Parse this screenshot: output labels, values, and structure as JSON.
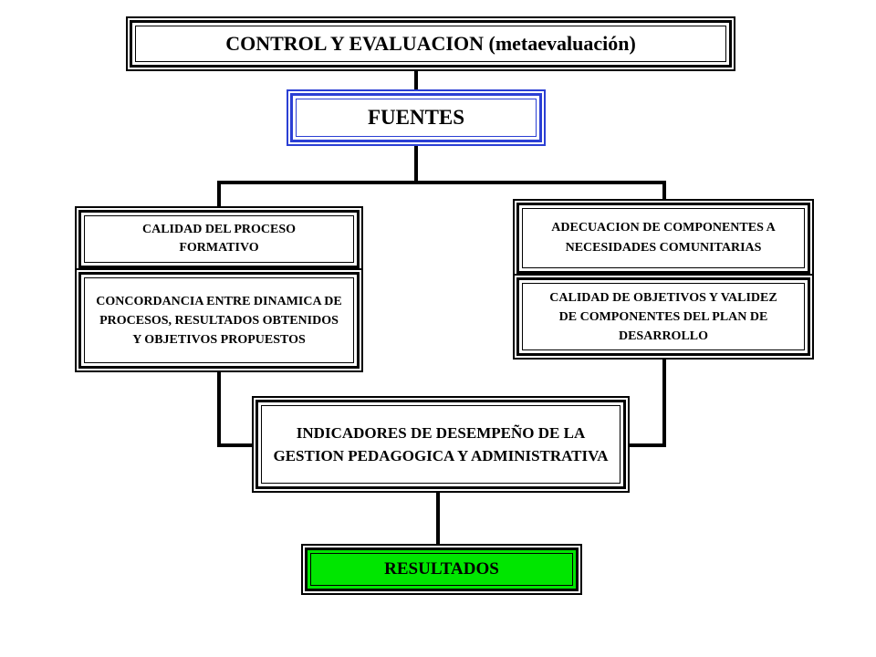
{
  "title": "CONTROL Y EVALUACION (metaevaluación)",
  "fuentes": "FUENTES",
  "left_top": "CALIDAD DEL PROCESO FORMATIVO",
  "left_bottom": "CONCORDANCIA ENTRE DINAMICA DE PROCESOS, RESULTADOS OBTENIDOS Y OBJETIVOS PROPUESTOS",
  "right_top": "ADECUACION DE COMPONENTES A NECESIDADES COMUNITARIAS",
  "right_bottom": "CALIDAD DE OBJETIVOS Y VALIDEZ DE COMPONENTES DEL PLAN DE DESARROLLO",
  "indicadores": "INDICADORES DE DESEMPEÑO DE LA GESTION PEDAGOGICA Y ADMINISTRATIVA",
  "resultados": "RESULTADOS",
  "colors": {
    "fuentes_border": "#2b3fd4",
    "resultados_fill": "#00e600"
  }
}
